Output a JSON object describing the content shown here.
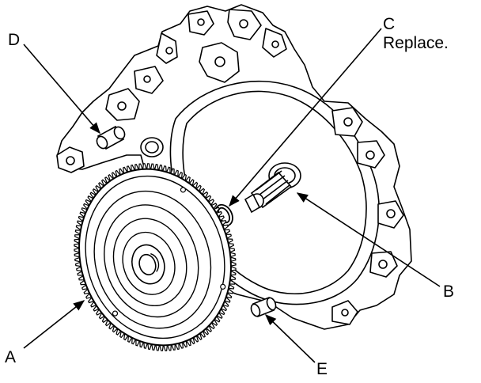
{
  "labels": {
    "a": "A",
    "b": "B",
    "c": "C",
    "c_note": "Replace.",
    "d": "D",
    "e": "E"
  },
  "colors": {
    "line": "#000000",
    "background": "#ffffff"
  },
  "parts": {
    "ring_gear_tooth_count": 120
  }
}
